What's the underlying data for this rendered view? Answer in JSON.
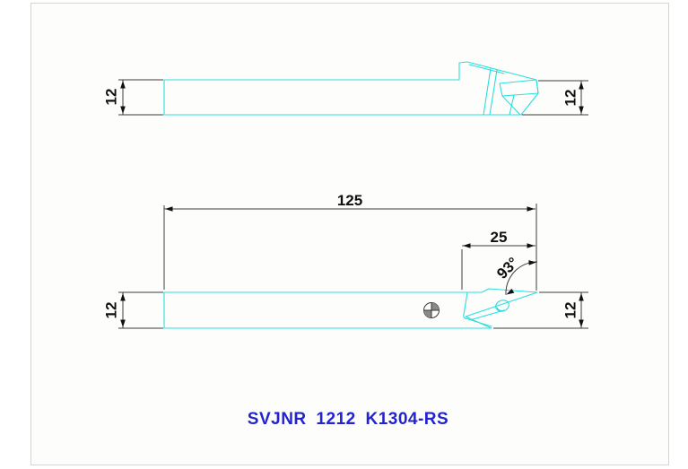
{
  "drawing": {
    "tool_title": "SVJNR 1212 K1304-RS",
    "title_color": "#2323cf",
    "geometry_color": "#29dede",
    "dimension_line_color": "#3c3c3c",
    "dimension_text_color": "#101010",
    "frame_color": "#d4d4d4",
    "screw_symbol_fill": "#8a8a8a",
    "dimensions": {
      "overall_length": "125",
      "head_length": "25",
      "angle": "93°",
      "height_top_view_left": "12",
      "height_top_view_right": "12",
      "height_side_view_left": "12",
      "height_side_view_right": "12"
    }
  }
}
